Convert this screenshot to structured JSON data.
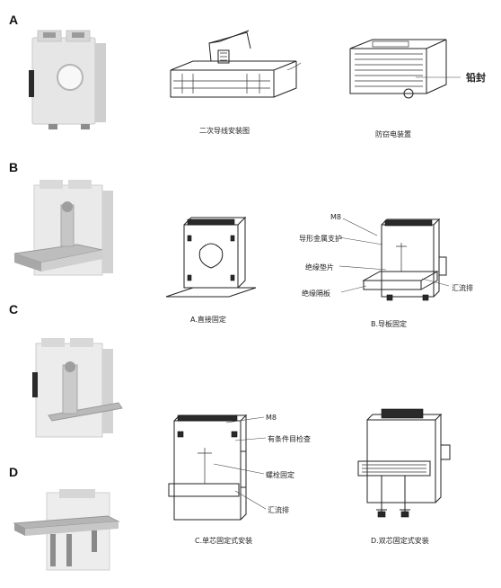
{
  "sections": [
    {
      "letter": "A"
    },
    {
      "letter": "B"
    },
    {
      "letter": "C"
    },
    {
      "letter": "D"
    }
  ],
  "captions": {
    "a1": "二次导线安装图",
    "a2": "防窃电装置",
    "b1": "A.直接固定",
    "b2": "B.导板固定",
    "c1": "C.单芯固定式安装",
    "c2": "D.双芯固定式安装"
  },
  "callouts": {
    "a2_seal": "铅封",
    "b2_m": "M8",
    "b2_top": "导形金属支护",
    "b2_mid": "绝缘垫片",
    "b2_low": "绝缘隔板",
    "b2_right": "汇流排",
    "c1_m": "M8",
    "c1_top": "有条件目检查",
    "c1_mid": "螺栓固定",
    "c1_low": "汇流排"
  }
}
